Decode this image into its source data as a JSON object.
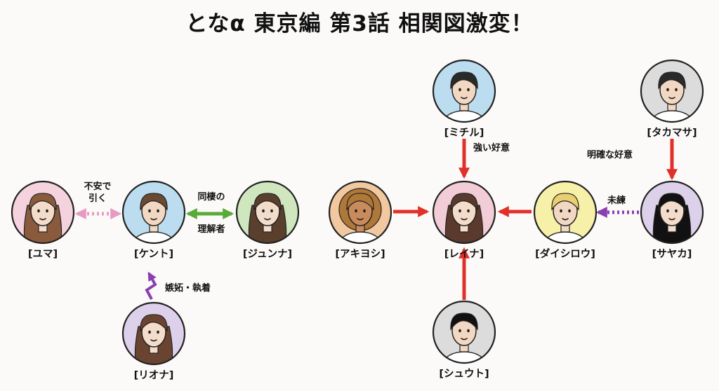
{
  "title": "となα 東京編 第3話 相関図激変！",
  "people": {
    "yuma": {
      "name": "[ユマ]",
      "bg": "#f4d3df",
      "hair": "#8a5a3c",
      "skin": "#f4dccb",
      "style": "long"
    },
    "kento": {
      "name": "[ケント]",
      "bg": "#bcdcef",
      "hair": "#6b4a32",
      "skin": "#f2d8c2",
      "style": "short"
    },
    "junna": {
      "name": "[ジュンナ]",
      "bg": "#cfe6bf",
      "hair": "#5a3f2c",
      "skin": "#f4dccb",
      "style": "tied"
    },
    "riona": {
      "name": "[リオナ]",
      "bg": "#ddd0ea",
      "hair": "#6a4430",
      "skin": "#f4dccb",
      "style": "long"
    },
    "michiru": {
      "name": "[ミチル]",
      "bg": "#bcdcef",
      "hair": "#2a2a2a",
      "skin": "#f2d8c2",
      "style": "short"
    },
    "takamasa": {
      "name": "[タカマサ]",
      "bg": "#dcdcdc",
      "hair": "#2a2a2a",
      "skin": "#f2d8c2",
      "style": "short"
    },
    "akiyoshi": {
      "name": "[アキヨシ]",
      "bg": "#f1c8a0",
      "hair": "#b07838",
      "skin": "#c98b5c",
      "style": "curly"
    },
    "reina": {
      "name": "[レイナ]",
      "bg": "#f2ccd6",
      "hair": "#5a3a2c",
      "skin": "#f4dccb",
      "style": "long"
    },
    "daishirou": {
      "name": "[ダイシロウ]",
      "bg": "#f7f0a8",
      "hair": "#e8d070",
      "skin": "#f2d8c2",
      "style": "short"
    },
    "sayaka": {
      "name": "[サヤカ]",
      "bg": "#ddd0ea",
      "hair": "#111111",
      "skin": "#f4dccb",
      "style": "straight"
    },
    "shuuto": {
      "name": "[シュウト]",
      "bg": "#dcdcdc",
      "hair": "#111111",
      "skin": "#f2d8c2",
      "style": "short"
    }
  },
  "relations": {
    "yuma_kento": [
      "不安で",
      "引く"
    ],
    "kento_junna_top": "同棲の",
    "kento_junna_bottom": "理解者",
    "riona_kento": "嫉妬・執着",
    "michiru_reina": "強い好意",
    "takamasa_sayaka": "明確な好意",
    "sayaka_daishirou": "未練"
  },
  "colors": {
    "pink_dotted": "#e89ac4",
    "green": "#5aaa3a",
    "purple": "#8a3fb0",
    "red": "#e0302a"
  }
}
